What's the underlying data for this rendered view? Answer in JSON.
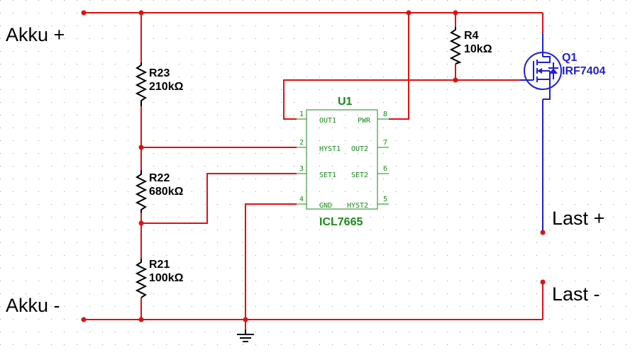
{
  "colors": {
    "wire": "#e01010",
    "ic": "#1a8a1a",
    "transistor": "#1f1fd6",
    "grid": "#9a9a9a"
  },
  "labels": {
    "akku_plus": "Akku +",
    "akku_minus": "Akku -",
    "last_plus": "Last +",
    "last_minus": "Last -"
  },
  "resistors": {
    "r23": {
      "ref": "R23",
      "value": "210kΩ"
    },
    "r22": {
      "ref": "R22",
      "value": "680kΩ"
    },
    "r21": {
      "ref": "R21",
      "value": "100kΩ"
    },
    "r4": {
      "ref": "R4",
      "value": "10kΩ"
    }
  },
  "ic": {
    "ref": "U1",
    "part": "ICL7665",
    "pins_left": [
      {
        "num": "1",
        "name": "OUT1"
      },
      {
        "num": "2",
        "name": "HYST1"
      },
      {
        "num": "3",
        "name": "SET1"
      },
      {
        "num": "4",
        "name": "GND"
      }
    ],
    "pins_right": [
      {
        "num": "8",
        "name": "PWR"
      },
      {
        "num": "7",
        "name": "OUT2"
      },
      {
        "num": "6",
        "name": "SET2"
      },
      {
        "num": "5",
        "name": "HYST2"
      }
    ]
  },
  "transistor": {
    "ref": "Q1",
    "part": "IRF7404"
  },
  "ground_icon": "ground-symbol-icon"
}
